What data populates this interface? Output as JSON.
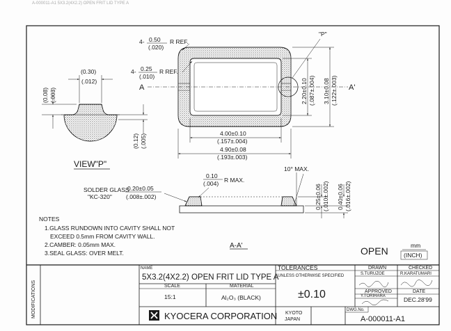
{
  "header": {
    "scan_text": "A-000011-A1 5X3.2(4X2.2) OPEN FRIT LID TYPE A"
  },
  "drawing": {
    "p_label": "\"P\"",
    "section_a_left": "A",
    "section_a_right": "A'",
    "r_ref_outer": {
      "prefix": "4-",
      "mm": "0.50",
      "inch": "(.020)",
      "suffix": "R REF."
    },
    "r_ref_inner": {
      "prefix": "4-",
      "mm": "0.25",
      "inch": "(.010)",
      "suffix": "R REF."
    },
    "dim_width_inner": {
      "mm": "4.00±0.10",
      "inch": "(.157±.004)"
    },
    "dim_width_outer": {
      "mm": "4.90±0.08",
      "inch": "(.193±.003)"
    },
    "dim_height_inner": {
      "mm": "2.20±0.10",
      "inch": "(.087±.004)"
    },
    "dim_height_outer": {
      "mm": "3.10±0.08",
      "inch": "(.122±.003)"
    },
    "view_p": {
      "title": "VIEW\"P\"",
      "dim_top_mm": "(0.30)",
      "dim_top_inch": "(.012)",
      "dim_left_mm": "(0.08)",
      "dim_left_inch": "(.003)",
      "dim_bottom_mm": "(0.12)",
      "dim_bottom_inch": "(.005)"
    },
    "section_view": {
      "title": "A-A'",
      "r_max_mm": "0.10",
      "r_max_inch": "(.004)",
      "r_max_suffix": "R MAX.",
      "angle": "10° MAX.",
      "solder_glass_line1": "SOLDER GLASS",
      "solder_glass_line2": "\"KC-320\"",
      "solder_mm": "0.20±0.05",
      "solder_inch": "(.008±.002)",
      "thick_glass_mm": "0.25±0.06",
      "thick_glass_inch": "(.010±.002)",
      "thick_total_mm": "0.40±0.06",
      "thick_total_inch": "(.016±.002)"
    }
  },
  "notes": {
    "title": "NOTES",
    "lines": [
      "1.GLASS RUNDOWN INTO CAVITY SHALL NOT",
      "EXCEED 0.5mm FROM CAVITY WALL.",
      "2.CAMBER: 0.05mm MAX.",
      "3.SEAL GLASS: OVER MELT."
    ]
  },
  "open_units": {
    "open": "OPEN",
    "mm": "mm",
    "inch": "(INCH)"
  },
  "title_block": {
    "modifications": "MODIFICATIONS",
    "name_label": "NAME",
    "name_value": "5X3.2(4X2.2) OPEN FRIT LID TYPE A",
    "scale_label": "SCALE",
    "scale_value": "15:1",
    "material_label": "MATERIAL",
    "material_value": "Al₂O₃ (BLACK)",
    "tolerances_label": "TOLERANCES",
    "tolerances_sub": "UNLESS OTHERWISE SPECIFIED",
    "tolerances_value": "±0.10",
    "drawn_label": "DRAWN",
    "drawn_name": "S.TURUZOE",
    "checked_label": "CHECKED",
    "checked_name": "R.KARATUMARI",
    "approved_label": "APPROVED",
    "approved_name": "Y.TORIHARA",
    "date_label": "DATE",
    "date_value": "DEC.28'99",
    "company": "KYOCERA CORPORATION",
    "city": "KYOTO",
    "country": "JAPAN",
    "dwg_label": "DWG.No.",
    "dwg_value": "A-000011-A1"
  }
}
